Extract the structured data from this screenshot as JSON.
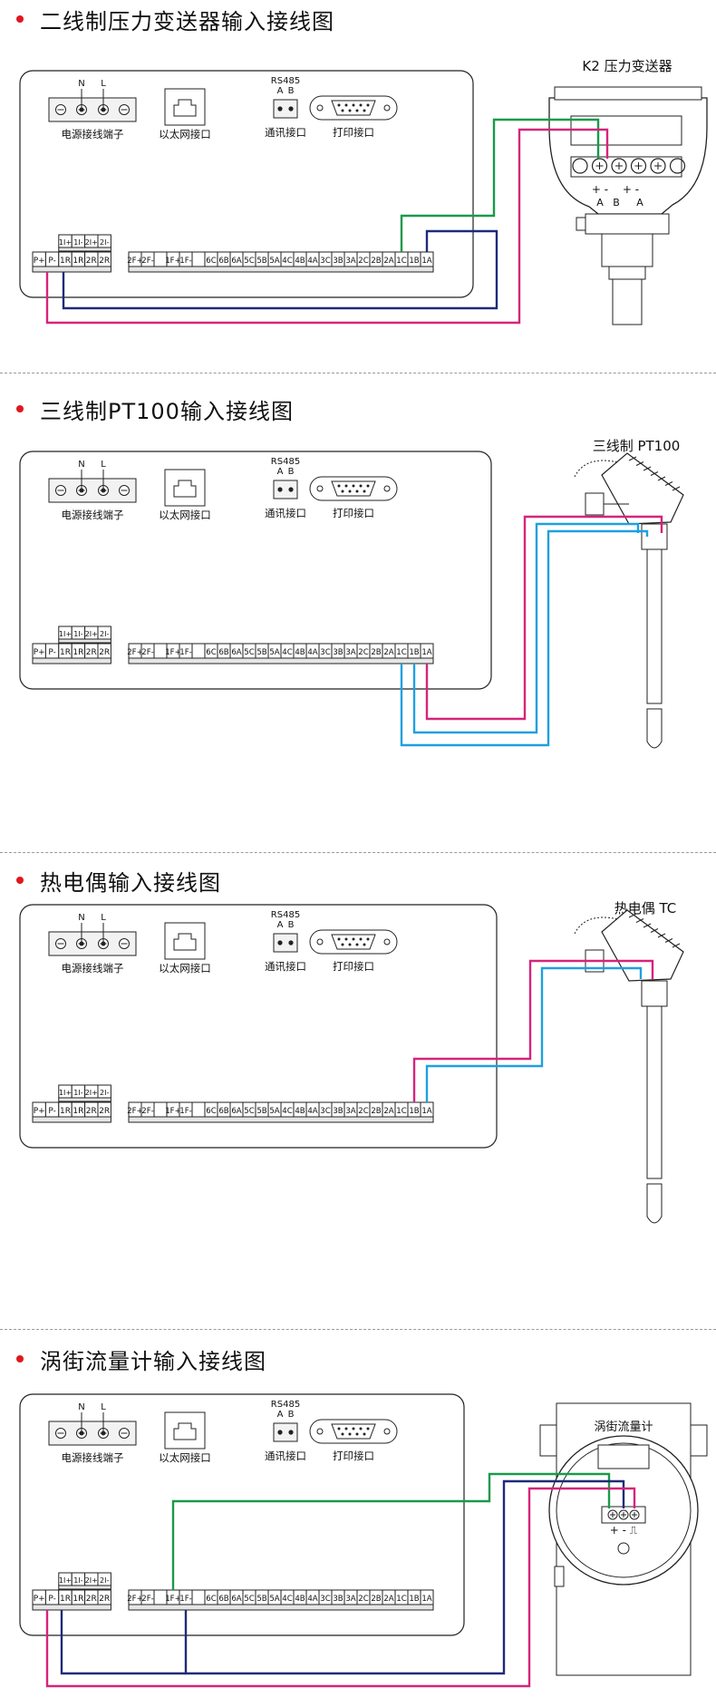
{
  "sections": [
    {
      "title": "二线制压力变送器输入接线图",
      "device": "K2  压力变送器",
      "device_terms": [
        "+ -",
        "+ -"
      ],
      "device_sub": [
        "A",
        "B",
        "A"
      ]
    },
    {
      "title": "三线制PT100输入接线图",
      "device": "三线制  PT100"
    },
    {
      "title": "热电偶输入接线图",
      "device": "热电偶  TC"
    },
    {
      "title": "涡街流量计输入接线图",
      "device": "涡街流量计",
      "device_terms": "+ - ⎍"
    }
  ],
  "panel": {
    "power_terminal_label": "电源接线端子",
    "power_n": "N",
    "power_l": "L",
    "ethernet_label": "以太网接口",
    "rs485_title": "RS485",
    "rs485_a": "A",
    "rs485_b": "B",
    "comm_label": "通讯接口",
    "print_label": "打印接口",
    "top_terms": [
      "1I+",
      "1I-",
      "2I+",
      "2I-"
    ],
    "left_terms": [
      "P+",
      "P-",
      "1R",
      "1R",
      "2R",
      "2R"
    ],
    "right_terms": [
      "2F+",
      "2F-",
      "",
      "1F+",
      "1F-",
      "",
      "6C",
      "6B",
      "6A",
      "5C",
      "5B",
      "5A",
      "4C",
      "4B",
      "4A",
      "3C",
      "3B",
      "3A",
      "2C",
      "2B",
      "2A",
      "1C",
      "1B",
      "1A"
    ]
  },
  "colors": {
    "red": "#e0171f",
    "magenta": "#d6247b",
    "navy": "#1f2a7a",
    "green": "#1a9a4a",
    "blue": "#1ea0e0"
  }
}
